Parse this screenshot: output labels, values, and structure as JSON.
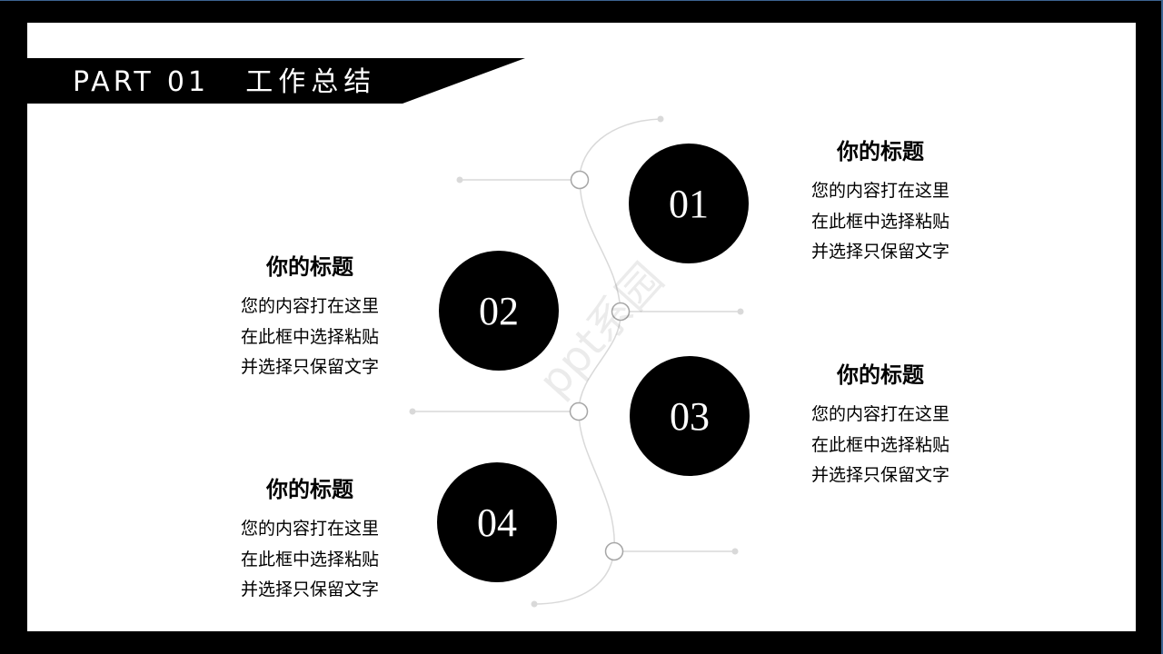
{
  "header": {
    "part_label": "PART",
    "part_number": "01",
    "section_title": "工作总结"
  },
  "colors": {
    "background": "#000000",
    "slide": "#ffffff",
    "accent": "#000000",
    "line": "#d9d9d9",
    "node_stroke": "#a6a6a6"
  },
  "items": [
    {
      "number": "01",
      "title": "你的标题",
      "lines": [
        "您的内容打在这里",
        "在此框中选择粘贴",
        "并选择只保留文字"
      ]
    },
    {
      "number": "02",
      "title": "你的标题",
      "lines": [
        "您的内容打在这里",
        "在此框中选择粘贴",
        "并选择只保留文字"
      ]
    },
    {
      "number": "03",
      "title": "你的标题",
      "lines": [
        "您的内容打在这里",
        "在此框中选择粘贴",
        "并选择只保留文字"
      ]
    },
    {
      "number": "04",
      "title": "你的标题",
      "lines": [
        "您的内容打在这里",
        "在此框中选择粘贴",
        "并选择只保留文字"
      ]
    }
  ],
  "watermark": "ppt系园"
}
